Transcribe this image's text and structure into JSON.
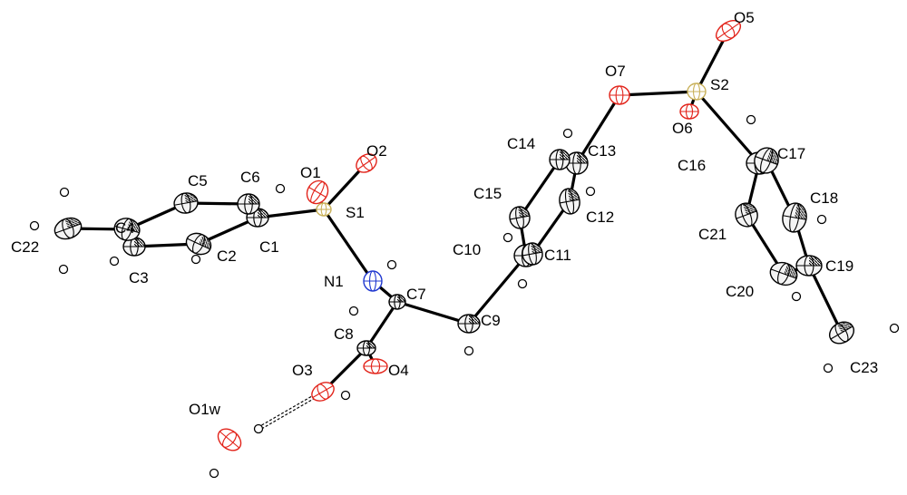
{
  "diagram": {
    "colors": {
      "carbon": "#ffffff",
      "carbon_stroke": "#000000",
      "oxygen": "#e2231a",
      "nitrogen": "#2038d0",
      "sulfur": "#c9b15a",
      "hydrogen": "#ffffff",
      "bond": "#000000",
      "hbond": "#000000"
    },
    "atoms": [
      {
        "id": "C1",
        "label": "C1",
        "element": "C"
      },
      {
        "id": "C2",
        "label": "C2",
        "element": "C"
      },
      {
        "id": "C3",
        "label": "C3",
        "element": "C"
      },
      {
        "id": "C4",
        "label": "C4",
        "element": "C"
      },
      {
        "id": "C5",
        "label": "C5",
        "element": "C"
      },
      {
        "id": "C6",
        "label": "C6",
        "element": "C"
      },
      {
        "id": "C22",
        "label": "C22",
        "element": "C"
      },
      {
        "id": "S1",
        "label": "S1",
        "element": "S"
      },
      {
        "id": "O1",
        "label": "O1",
        "element": "O"
      },
      {
        "id": "O2",
        "label": "O2",
        "element": "O"
      },
      {
        "id": "N1",
        "label": "N1",
        "element": "N"
      },
      {
        "id": "C7",
        "label": "C7",
        "element": "C"
      },
      {
        "id": "C8",
        "label": "C8",
        "element": "C"
      },
      {
        "id": "O3",
        "label": "O3",
        "element": "O"
      },
      {
        "id": "O4",
        "label": "O4",
        "element": "O"
      },
      {
        "id": "C9",
        "label": "C9",
        "element": "C"
      },
      {
        "id": "C10",
        "label": "C10",
        "element": "C"
      },
      {
        "id": "C11",
        "label": "C11",
        "element": "C"
      },
      {
        "id": "C12",
        "label": "C12",
        "element": "C"
      },
      {
        "id": "C13",
        "label": "C13",
        "element": "C"
      },
      {
        "id": "C14",
        "label": "C14",
        "element": "C"
      },
      {
        "id": "C15",
        "label": "C15",
        "element": "C"
      },
      {
        "id": "O7",
        "label": "O7",
        "element": "O"
      },
      {
        "id": "S2",
        "label": "S2",
        "element": "S"
      },
      {
        "id": "O5",
        "label": "O5",
        "element": "O"
      },
      {
        "id": "O6",
        "label": "O6",
        "element": "O"
      },
      {
        "id": "C16",
        "label": "C16",
        "element": "C"
      },
      {
        "id": "C17",
        "label": "C17",
        "element": "C"
      },
      {
        "id": "C18",
        "label": "C18",
        "element": "C"
      },
      {
        "id": "C19",
        "label": "C19",
        "element": "C"
      },
      {
        "id": "C20",
        "label": "C20",
        "element": "C"
      },
      {
        "id": "C21",
        "label": "C21",
        "element": "C"
      },
      {
        "id": "C23",
        "label": "C23",
        "element": "C"
      },
      {
        "id": "O1w",
        "label": "O1w",
        "element": "O"
      }
    ],
    "bonds": [
      [
        "C22",
        "C4"
      ],
      [
        "C4",
        "C5"
      ],
      [
        "C5",
        "C6"
      ],
      [
        "C6",
        "C1"
      ],
      [
        "C1",
        "C2"
      ],
      [
        "C2",
        "C3"
      ],
      [
        "C3",
        "C4"
      ],
      [
        "C1",
        "S1"
      ],
      [
        "S1",
        "O1"
      ],
      [
        "S1",
        "O2"
      ],
      [
        "S1",
        "N1"
      ],
      [
        "N1",
        "C7"
      ],
      [
        "C7",
        "C8"
      ],
      [
        "C8",
        "O3"
      ],
      [
        "C8",
        "O4"
      ],
      [
        "C7",
        "C9"
      ],
      [
        "C9",
        "C10"
      ],
      [
        "C10",
        "C11"
      ],
      [
        "C11",
        "C12"
      ],
      [
        "C12",
        "C13"
      ],
      [
        "C13",
        "C14"
      ],
      [
        "C14",
        "C15"
      ],
      [
        "C15",
        "C10"
      ],
      [
        "C13",
        "O7"
      ],
      [
        "O7",
        "S2"
      ],
      [
        "S2",
        "O5"
      ],
      [
        "S2",
        "O6"
      ],
      [
        "S2",
        "C16"
      ],
      [
        "C16",
        "C17"
      ],
      [
        "C17",
        "C18"
      ],
      [
        "C18",
        "C19"
      ],
      [
        "C19",
        "C20"
      ],
      [
        "C20",
        "C21"
      ],
      [
        "C21",
        "C16"
      ],
      [
        "C19",
        "C23"
      ]
    ],
    "hbonds": [
      [
        "O3",
        "H1w"
      ]
    ]
  }
}
